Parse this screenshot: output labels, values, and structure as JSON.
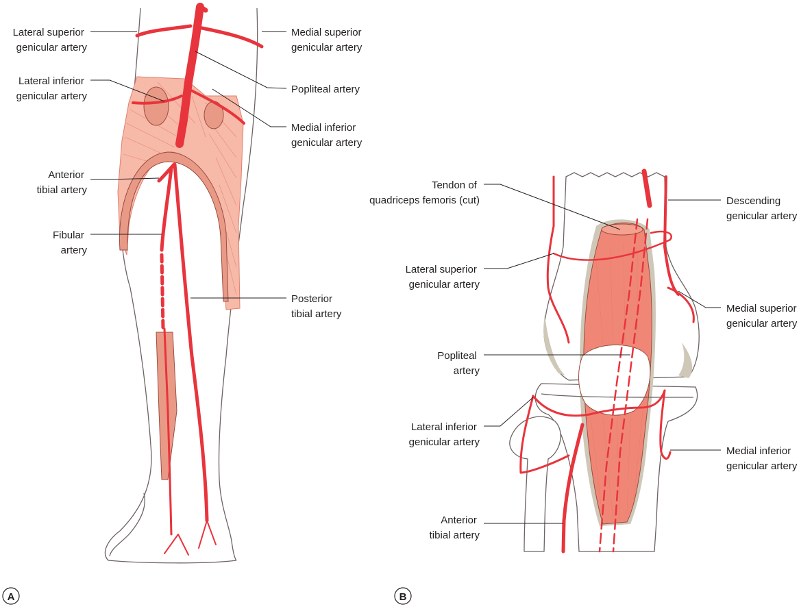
{
  "colors": {
    "artery": "#e8343c",
    "muscle": "#f7b9a8",
    "bone_shadow": "#cfc8b8",
    "outline": "#6d6363"
  },
  "panel_a": {
    "letter": "A",
    "labels": {
      "lateral_superior_genicular": [
        "Lateral superior",
        "genicular artery"
      ],
      "lateral_inferior_genicular": [
        "Lateral inferior",
        "genicular artery"
      ],
      "anterior_tibial": [
        "Anterior",
        "tibial artery"
      ],
      "fibular": [
        "Fibular",
        "artery"
      ],
      "medial_superior_genicular": [
        "Medial superior",
        "genicular artery"
      ],
      "popliteal": [
        "Popliteal artery"
      ],
      "medial_inferior_genicular": [
        "Medial inferior",
        "genicular artery"
      ],
      "posterior_tibial": [
        "Posterior",
        "tibial artery"
      ]
    }
  },
  "panel_b": {
    "letter": "B",
    "labels": {
      "quadriceps_tendon": [
        "Tendon of",
        "quadriceps femoris (cut)"
      ],
      "lateral_superior_genicular": [
        "Lateral superior",
        "genicular artery"
      ],
      "popliteal": [
        "Popliteal",
        "artery"
      ],
      "lateral_inferior_genicular": [
        "Lateral inferior",
        "genicular artery"
      ],
      "anterior_tibial": [
        "Anterior",
        "tibial artery"
      ],
      "descending_genicular": [
        "Descending",
        "genicular artery"
      ],
      "medial_superior_genicular": [
        "Medial superior",
        "genicular artery"
      ],
      "medial_inferior_genicular": [
        "Medial inferior",
        "genicular artery"
      ]
    }
  }
}
